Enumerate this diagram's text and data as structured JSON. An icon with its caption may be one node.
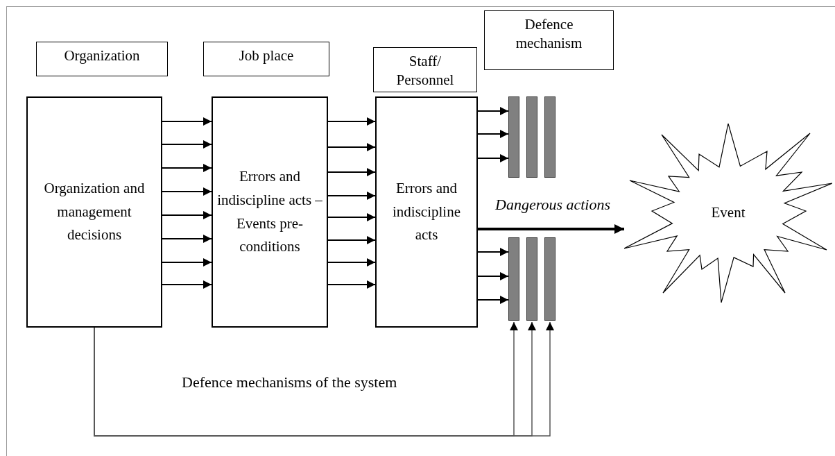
{
  "diagram": {
    "nodes": [
      {
        "text": [
          "Organization"
        ]
      },
      {
        "text": [
          "Job place"
        ]
      },
      {
        "text": [
          "Staff/ Personnel"
        ]
      },
      {
        "text": [
          "Defence mechanism"
        ]
      },
      {
        "text": [
          "Organization and management decisions"
        ]
      },
      {
        "text": [
          "Errors and indiscipline acts – Events pre-conditions"
        ]
      },
      {
        "text": [
          "Errors and indiscipline acts"
        ]
      },
      {
        "text": [],
        "shape": "bar"
      },
      {
        "text": [],
        "shape": "bar"
      },
      {
        "text": [],
        "shape": "bar"
      },
      {
        "text": [],
        "shape": "bar"
      },
      {
        "text": [],
        "shape": "bar"
      },
      {
        "text": [],
        "shape": "bar"
      },
      {
        "text": [
          "Event"
        ]
      }
    ],
    "edges": [
      {
        "from": 4,
        "to": 5,
        "arrow": "to"
      },
      {
        "from": 4,
        "to": 5,
        "arrow": "to"
      },
      {
        "from": 4,
        "to": 5,
        "arrow": "to"
      },
      {
        "from": 4,
        "to": 5,
        "arrow": "to"
      },
      {
        "from": 4,
        "to": 5,
        "arrow": "to"
      },
      {
        "from": 4,
        "to": 5,
        "arrow": "to"
      },
      {
        "from": 4,
        "to": 5,
        "arrow": "to"
      },
      {
        "from": 4,
        "to": 5,
        "arrow": "to"
      },
      {
        "from": 5,
        "to": 6,
        "arrow": "to"
      },
      {
        "from": 5,
        "to": 6,
        "arrow": "to"
      },
      {
        "from": 5,
        "to": 6,
        "arrow": "to"
      },
      {
        "from": 5,
        "to": 6,
        "arrow": "to"
      },
      {
        "from": 5,
        "to": 6,
        "arrow": "to"
      },
      {
        "from": 5,
        "to": 6,
        "arrow": "to"
      },
      {
        "from": 5,
        "to": 6,
        "arrow": "to"
      },
      {
        "from": 5,
        "to": 6,
        "arrow": "to"
      },
      {
        "from": 6,
        "to": 7,
        "arrow": "to"
      },
      {
        "from": 6,
        "to": 7,
        "arrow": "to"
      },
      {
        "from": 6,
        "to": 7,
        "arrow": "to"
      },
      {
        "from": 6,
        "to": 10,
        "arrow": "to"
      },
      {
        "from": 6,
        "to": 10,
        "arrow": "to"
      },
      {
        "from": 6,
        "to": 10,
        "arrow": "to"
      },
      {
        "from": 6,
        "to": 13,
        "arrow": "to",
        "label": "Dangerous actions",
        "style": "thick"
      },
      {
        "from": 4,
        "to": 10,
        "arrow": "to"
      },
      {
        "from": 4,
        "to": 11,
        "arrow": "to"
      },
      {
        "from": 4,
        "to": 12,
        "arrow": "to"
      }
    ],
    "labels": [
      "Defence mechanisms of the system"
    ]
  }
}
